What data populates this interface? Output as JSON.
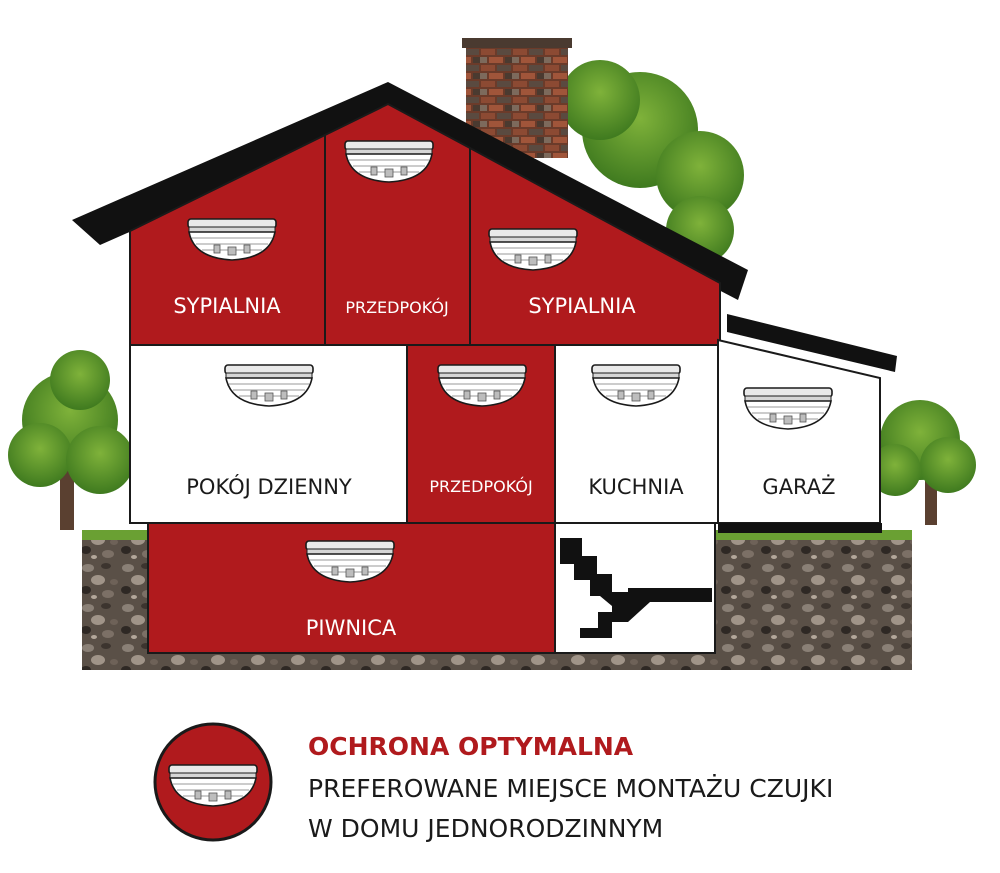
{
  "colors": {
    "room_red": "#b01a1d",
    "room_white": "#ffffff",
    "outline": "#1a1a1a",
    "roof": "#111111",
    "legend_title": "#b01a1d",
    "legend_text": "#1a1a1a"
  },
  "rooms": {
    "sypialnia_left": "SYPIALNIA",
    "przedpokoj_upper": "PRZEDPOKÓJ",
    "sypialnia_right": "SYPIALNIA",
    "pokoj_dzienny": "POKÓJ DZIENNY",
    "przedpokoj_ground": "PRZEDPOKÓJ",
    "kuchnia": "KUCHNIA",
    "garaz": "GARAŻ",
    "piwnica": "PIWNICA"
  },
  "icons": {
    "detector": "smoke-detector-icon",
    "stairs": "stairs-icon",
    "chimney": "chimney-icon",
    "tree": "tree-icon"
  },
  "legend": {
    "title": "OCHRONA OPTYMALNA",
    "line1": "PREFEROWANE MIEJSCE MONTAŻU CZUJKI",
    "line2": "W DOMU JEDNORODZINNYM"
  }
}
